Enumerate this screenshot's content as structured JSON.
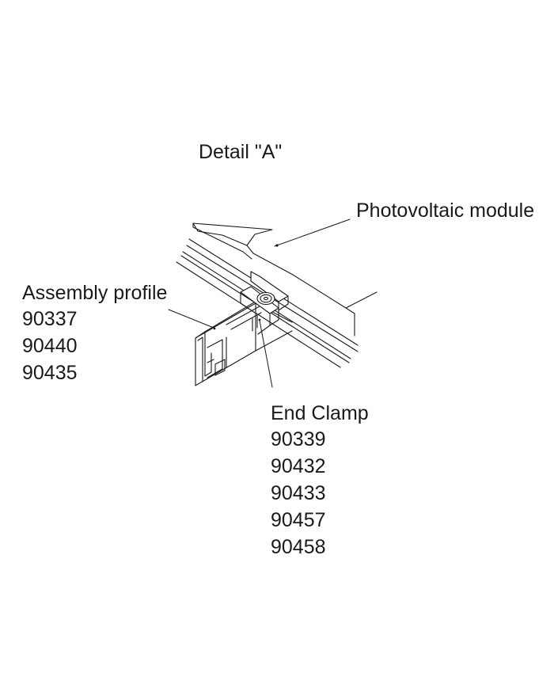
{
  "title": "Detail \"A\"",
  "labels": {
    "photovoltaic_module": "Photovoltaic module",
    "assembly_profile": {
      "name": "Assembly profile",
      "codes": [
        "90337",
        "90440",
        "90435"
      ]
    },
    "end_clamp": {
      "name": "End Clamp",
      "codes": [
        "90339",
        "90432",
        "90433",
        "90457",
        "90458"
      ]
    }
  },
  "colors": {
    "ink": "#1a1a1a",
    "background": "#ffffff"
  }
}
